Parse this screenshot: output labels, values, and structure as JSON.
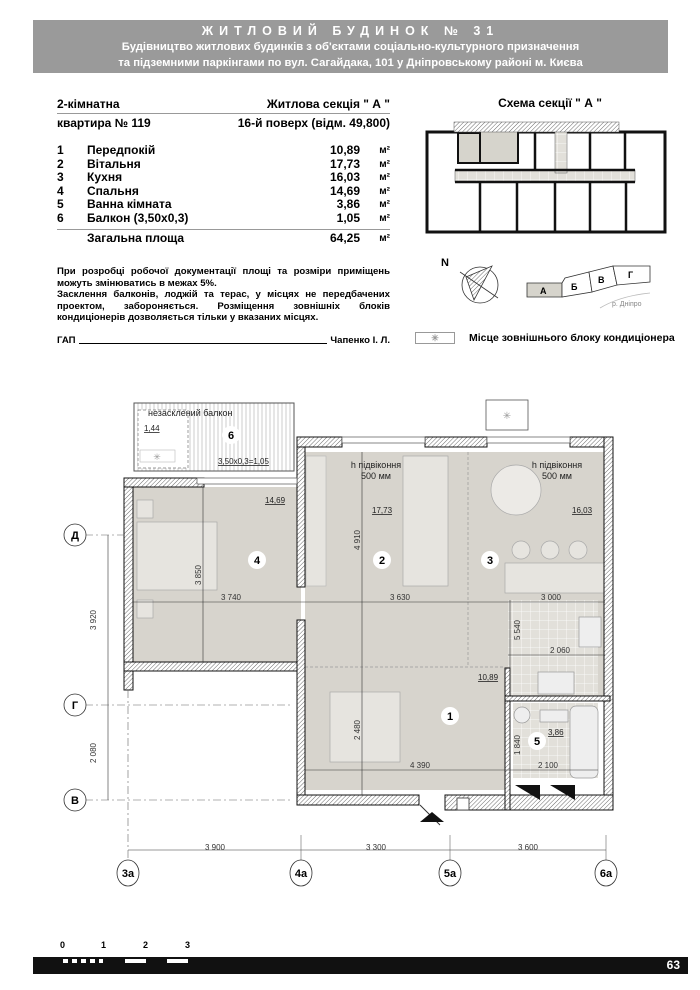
{
  "header": {
    "title": "ЖИТЛОВИЙ БУДИНОК № 31",
    "line1": "Будівництво житлових будинків з об'єктами соціально-культурного призначення",
    "line2": "та підземними паркінгами по вул. Сагайдака, 101 у Дніпровському районі м. Києва"
  },
  "apartment": {
    "type": "2-кімнатна",
    "section": "Житлова секція \" А \"",
    "number": "квартира № 119",
    "floor": "16-й поверх (відм. 49,800)"
  },
  "rooms": [
    {
      "n": "1",
      "name": "Передпокій",
      "area": "10,89",
      "unit": "м²"
    },
    {
      "n": "2",
      "name": "Вітальня",
      "area": "17,73",
      "unit": "м²"
    },
    {
      "n": "3",
      "name": "Кухня",
      "area": "16,03",
      "unit": "м²"
    },
    {
      "n": "4",
      "name": "Спальня",
      "area": "14,69",
      "unit": "м²"
    },
    {
      "n": "5",
      "name": "Ванна кімната",
      "area": "3,86",
      "unit": "м²"
    },
    {
      "n": "6",
      "name": "Балкон (3,50х0,3)",
      "area": "1,05",
      "unit": "м²"
    }
  ],
  "total": {
    "label": "Загальна площа",
    "area": "64,25",
    "unit": "м²"
  },
  "notes": {
    "p1": "При розробці робочої документації площі та розміри приміщень можуть змінюватись в межах 5%.",
    "p2": "Засклення балконів, лоджій та терас, у місцях не передбачених проектом, забороняється. Розміщення зовнішніх блоків кондиціонерів дозволяється тільки у вказаних місцях."
  },
  "signature": {
    "role": "ГАП",
    "name": "Чапенко І. Л."
  },
  "scheme": {
    "title": "Схема секції \" А \"",
    "north": "N",
    "sections": [
      "А",
      "Б",
      "В",
      "Г"
    ],
    "river": "р. Дніпро"
  },
  "legend": {
    "label": "Місце зовнішнього блоку кондиціонера",
    "symbol": "✳"
  },
  "plan": {
    "balcony_label": "незасклений балкон",
    "balcony_calc": "3,50х0,3=1,05",
    "balcony_sub": "1,44",
    "sill_label": "h підвіконня",
    "sill_value": "500 мм",
    "room_numbers": [
      "1",
      "2",
      "3",
      "4",
      "5",
      "6"
    ],
    "areas": {
      "r1": "10,89",
      "r2": "17,73",
      "r3": "16,03",
      "r4": "14,69",
      "r5": "3,86"
    },
    "dims": {
      "d3850": "3 850",
      "d4910": "4 910",
      "d3740": "3 740",
      "d3630": "3 630",
      "d3000": "3 000",
      "d5540": "5 540",
      "d2060": "2 060",
      "d2480": "2 480",
      "d1840": "1 840",
      "d4390": "4 390",
      "d2100": "2 100",
      "d3920": "3 920",
      "d2080": "2 080",
      "d3900": "3 900",
      "d3300": "3 300",
      "d3600": "3 600"
    },
    "row_axes": [
      "Д",
      "Г",
      "В"
    ],
    "col_axes": [
      "3а",
      "4а",
      "5а",
      "6а"
    ]
  },
  "scale": [
    "0",
    "1",
    "2",
    "3"
  ],
  "page_number": "63"
}
